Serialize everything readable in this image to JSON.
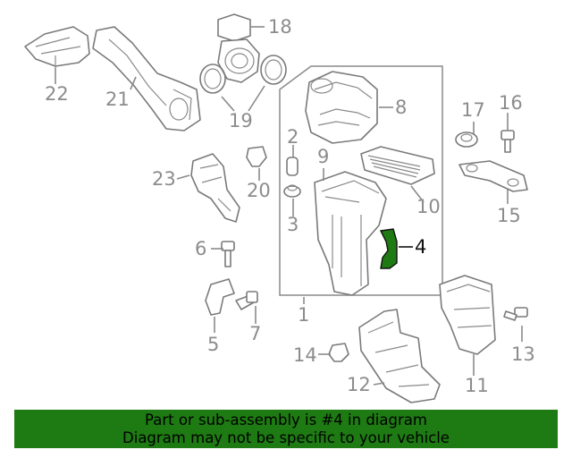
{
  "diagram": {
    "highlight_color": "#1e7a12",
    "callouts": {
      "c1": "1",
      "c2": "2",
      "c3": "3",
      "c4": "4",
      "c5": "5",
      "c6": "6",
      "c7": "7",
      "c8": "8",
      "c9": "9",
      "c10": "10",
      "c11": "11",
      "c12": "12",
      "c13": "13",
      "c14": "14",
      "c15": "15",
      "c16": "16",
      "c17": "17",
      "c18": "18",
      "c19": "19",
      "c20": "20",
      "c21": "21",
      "c22": "22",
      "c23": "23"
    },
    "highlighted_callout": "4"
  },
  "banner": {
    "line1": "Part or sub-assembly is #4 in diagram",
    "line2": "Diagram may not be specific to your vehicle",
    "background": "#1e7a12"
  }
}
